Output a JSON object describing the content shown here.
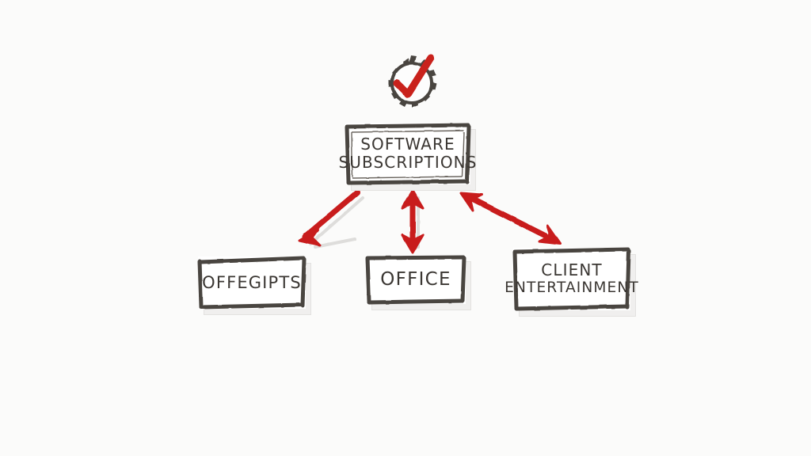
{
  "diagram": {
    "style": "hand-drawn-marker-sketch",
    "background_color": "#fbfbfa",
    "stroke_color": "#4a4540",
    "accent_color": "#cc2020",
    "shadow_color": "#f0efee",
    "text_color": "#3b3733",
    "icon": {
      "name": "gear-check-icon",
      "meaning": "settings approved / verified subscription",
      "gear_color": "#4a4540",
      "gear_fill": "#ffffff",
      "check_color": "#cc2020"
    },
    "root": {
      "id": "software-subscriptions",
      "line1": "SOFTWARE",
      "line2": "SUBSCRIPTIONS"
    },
    "children": [
      {
        "id": "offegipts",
        "line1": "OFFEGIPTS",
        "line2": ""
      },
      {
        "id": "office",
        "line1": "OFFICE",
        "line2": ""
      },
      {
        "id": "client-entertainment",
        "line1": "CLIENT",
        "line2": "ENTERTAINMENT"
      }
    ],
    "connectors": [
      {
        "id": "root-to-offegipts",
        "from": "software-subscriptions",
        "to": "offegipts",
        "heads": "single",
        "direction": "down-left",
        "color": "#cc2020"
      },
      {
        "id": "root-to-office",
        "from": "software-subscriptions",
        "to": "office",
        "heads": "double",
        "direction": "vertical",
        "color": "#cc2020"
      },
      {
        "id": "root-to-client-entertainment",
        "from": "software-subscriptions",
        "to": "client-entertainment",
        "heads": "double",
        "direction": "down-right",
        "color": "#cc2020"
      }
    ]
  }
}
